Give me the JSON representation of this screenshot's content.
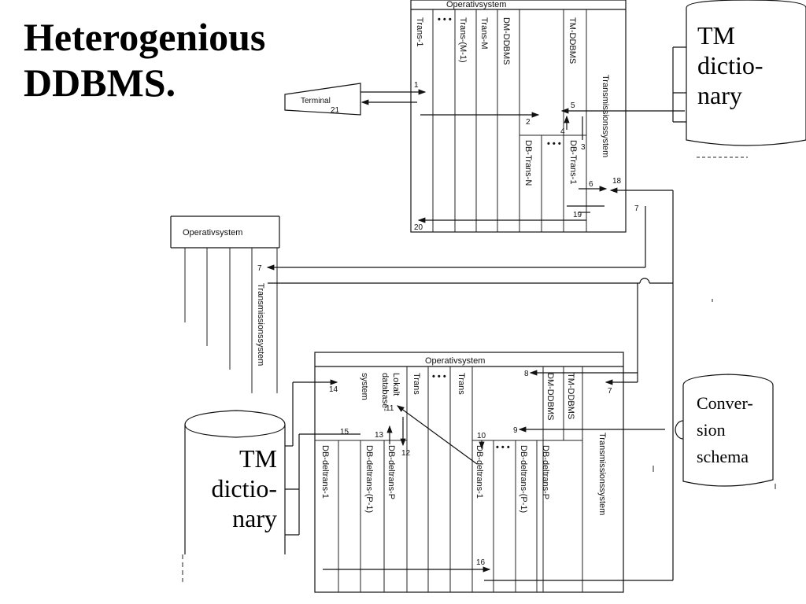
{
  "title_lines": [
    "Heterogenious",
    "DDBMS."
  ],
  "tm_dictionary_labels": [
    "TM",
    "dictio-",
    "nary"
  ],
  "conversion_schema_labels": [
    "Conver-",
    "sion",
    "schema"
  ],
  "top_box": {
    "header": "Operativsystem",
    "columns": [
      "Trans-1",
      "Trans-(M-1)",
      "Trans-M",
      "DM-DDBMS",
      "TM-DDBMS",
      "Transmissionssystem"
    ],
    "sub_columns": [
      "DB-Trans-N",
      "DB-Trans-1"
    ],
    "terminal": {
      "label": "Terminal",
      "number": "21"
    },
    "numbers": [
      "1",
      "2",
      "4",
      "5",
      "3",
      "6",
      "18",
      "19",
      "20",
      "7"
    ]
  },
  "left_box": {
    "header": "Operativsystem",
    "transmission_label": "Transmissionssystem",
    "numbers": [
      "7"
    ]
  },
  "bottom_box": {
    "header": "Operativsystem",
    "columns": [
      "Lokalt",
      "database-",
      "system",
      "Trans",
      "Trans",
      "DM-DDBMS",
      "TM-DDBMS",
      "Transmissionssystem"
    ],
    "sub_columns": [
      "DB-deltrans-1",
      "DB-deltrans-(P-1)",
      "DB-deltrans-P",
      "DB-deltrans-1",
      "DB-deltrans-(P-1)",
      "DB-deltrans-P"
    ],
    "numbers": [
      "14",
      "15",
      "13",
      "11",
      "12",
      "10",
      "9",
      "8",
      "7",
      "16"
    ]
  }
}
